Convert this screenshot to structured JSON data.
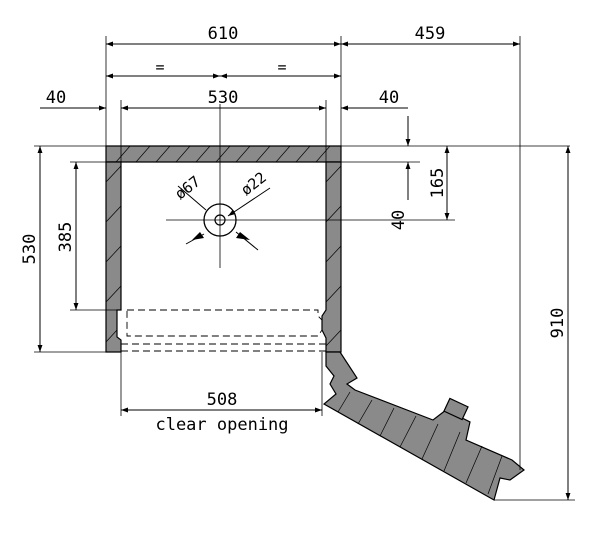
{
  "dimensions": {
    "total_width": "610",
    "side_depth": "459",
    "equal_left": "=",
    "equal_right": "=",
    "wall_left": "40",
    "inner_width": "530",
    "wall_right": "40",
    "dia_large": "ø67",
    "dia_small": "ø22",
    "drain_offset": "40",
    "drain_depth": "165",
    "overall_height": "530",
    "inner_height": "385",
    "total_depth": "910",
    "clear_width": "508"
  },
  "labels": {
    "clear_opening": "clear opening"
  }
}
